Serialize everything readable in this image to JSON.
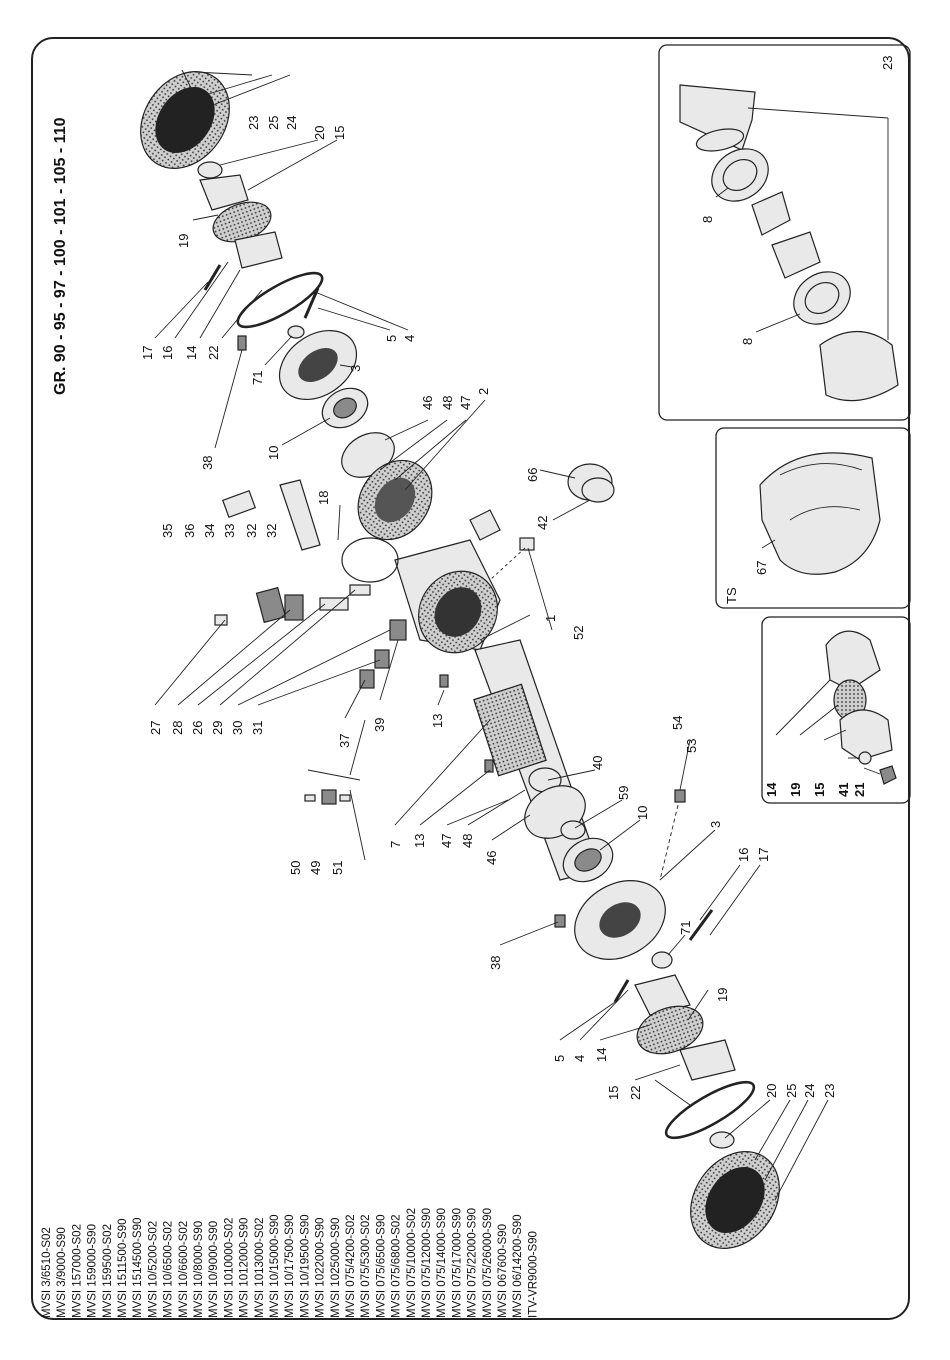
{
  "title": "GR. 90 - 95 - 97 - 100 - 101 - 105 - 110",
  "models": [
    "MVSI 3/6510-S02",
    "MVSI 3/9000-S90",
    "MVSI 157000-S02",
    "MVSI 159000-S90",
    "MVSI 159500-S02",
    "MVSI 1511500-S90",
    "MVSI 1514500-S90",
    "MVSI 10/5200-S02",
    "MVSI 10/6500-S02",
    "MVSI 10/6600-S02",
    "MVSI 10/8000-S90",
    "MVSI 10/9000-S90",
    "MVSI 1010000-S02",
    "MVSI 1012000-S90",
    "MVSI 1013000-S02",
    "MVSI 10/15000-S90",
    "MVSI 10/17500-S90",
    "MVSI 10/19500-S90",
    "MVSI 1022000-S90",
    "MVSI 1025000-S90",
    "MVSI 075/4200-S02",
    "MVSI 075/5300-S02",
    "MVSI 075/6500-S90",
    "MVSI 075/6800-S02",
    "MVSI 075/10000-S02",
    "MVSI 075/12000-S90",
    "MVSI 075/14000-S90",
    "MVSI 075/17000-S90",
    "MVSI 075/22000-S90",
    "MVSI 075/26000-S90",
    "MVSI 067600-S90",
    "MVSI 06/14200-S90",
    "ITV-VR9000-S90"
  ],
  "insets": {
    "ts_label": "TS"
  },
  "callouts": {
    "c23a": "23",
    "c25a": "25",
    "c24a": "24",
    "c20a": "20",
    "c15a": "15",
    "c19a": "19",
    "c17a": "17",
    "c16a": "16",
    "c14a": "14",
    "c22a": "22",
    "c5a": "5",
    "c4a": "4",
    "c71a": "71",
    "c3a": "3",
    "c38a": "38",
    "c10a": "10",
    "c46a": "46",
    "c48a": "48",
    "c47a": "47",
    "c2": "2",
    "c66": "66",
    "c42": "42",
    "c18": "18",
    "c35": "35",
    "c36": "36",
    "c34": "34",
    "c33": "33",
    "c32a": "32",
    "c32b": "32",
    "c27": "27",
    "c28": "28",
    "c26": "26",
    "c29": "29",
    "c30": "30",
    "c31": "31",
    "c37": "37",
    "c39": "39",
    "c1": "1",
    "c52": "52",
    "c13a": "13",
    "c7": "7",
    "c13b": "13",
    "c47b": "47",
    "c48b": "48",
    "c46b": "46",
    "c40": "40",
    "c59": "59",
    "c10b": "10",
    "c50": "50",
    "c49": "49",
    "c51": "51",
    "c54": "54",
    "c53": "53",
    "c3b": "3",
    "c38b": "38",
    "c71b": "71",
    "c16b": "16",
    "c17b": "17",
    "c5b": "5",
    "c4b": "4",
    "c14b": "14",
    "c19b": "19",
    "c15b": "15",
    "c22b": "22",
    "c20b": "20",
    "c25b": "25",
    "c24b": "24",
    "c23b": "23",
    "c8a": "8",
    "c8b": "8",
    "c23c": "23",
    "c67": "67",
    "c14c": "14",
    "c19c": "19",
    "c15c": "15",
    "c41": "41",
    "c21": "21"
  }
}
